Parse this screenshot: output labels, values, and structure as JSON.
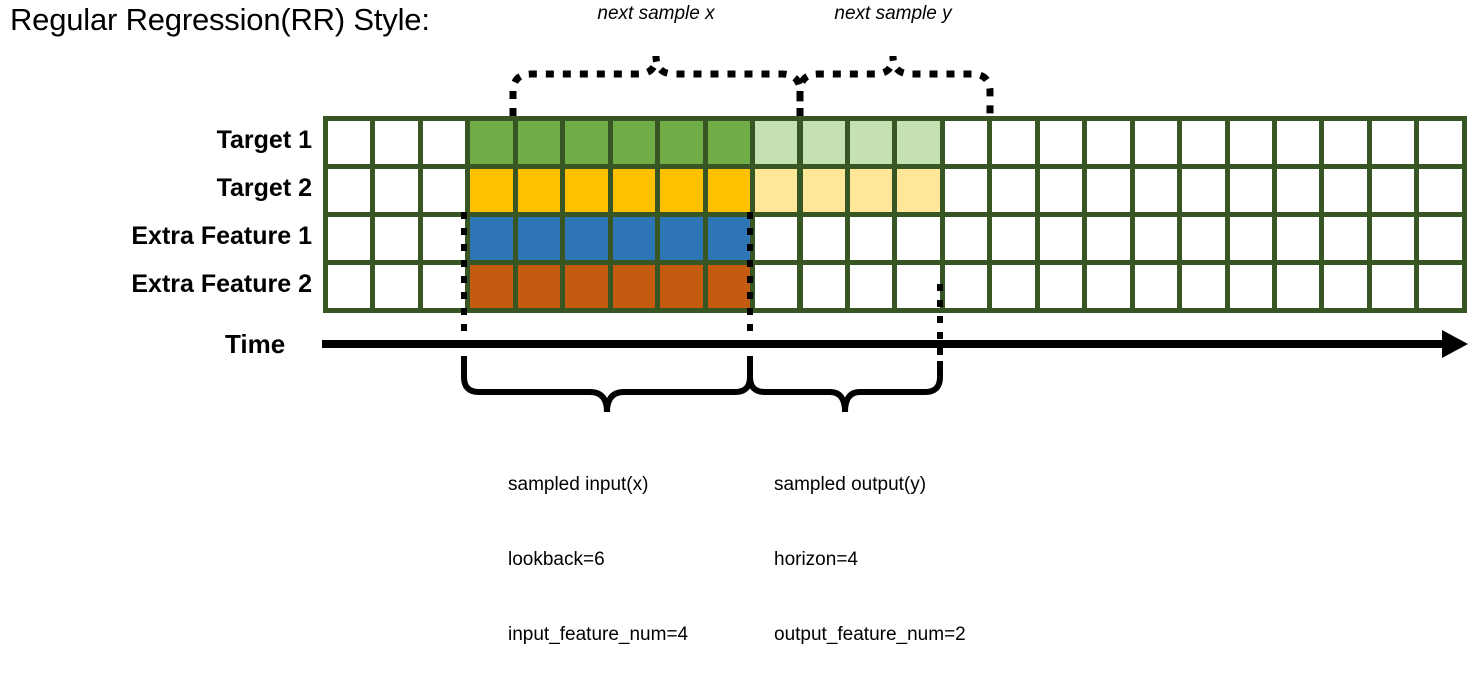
{
  "title": "Regular Regression(RR) Style:",
  "annotations": {
    "next_sample_x": "next sample x",
    "next_sample_y": "next sample y"
  },
  "rows": [
    {
      "label": "Target 1",
      "color": "#70AD47",
      "light": "#C5E0B3",
      "has_horizon": true
    },
    {
      "label": "Target 2",
      "color": "#FFC000",
      "light": "#FFE699",
      "has_horizon": true
    },
    {
      "label": "Extra Feature 1",
      "color": "#2E75B6",
      "light": "#FFFFFF",
      "has_horizon": false
    },
    {
      "label": "Extra Feature 2",
      "color": "#C55A11",
      "light": "#FFFFFF",
      "has_horizon": false
    }
  ],
  "grid": {
    "total_cells": 24,
    "lead_blank_cells": 3,
    "lookback_cells": 6,
    "horizon_cells": 4,
    "trailing_blank_cells": 11,
    "border_color": "#375623",
    "empty_color": "#FFFFFF"
  },
  "time_axis": {
    "label": "Time"
  },
  "captions": {
    "input": {
      "line1": "sampled input(x)",
      "line2": "lookback=6",
      "line3": "input_feature_num=4"
    },
    "output": {
      "line1": "sampled output(y)",
      "line2": "horizon=4",
      "line3": "output_feature_num=2"
    }
  },
  "chart_data": {
    "type": "heatmap",
    "title": "Regular Regression(RR) Style:",
    "x": [
      1,
      2,
      3,
      4,
      5,
      6,
      7,
      8,
      9,
      10,
      11,
      12,
      13,
      14,
      15,
      16,
      17,
      18,
      19,
      20,
      21,
      22,
      23,
      24
    ],
    "categories": [
      "Target 1",
      "Target 2",
      "Extra Feature 1",
      "Extra Feature 2"
    ],
    "series": [
      {
        "name": "Target 1",
        "values": [
          "empty",
          "empty",
          "empty",
          "input",
          "input",
          "input",
          "input",
          "input",
          "input",
          "output",
          "output",
          "output",
          "output",
          "empty",
          "empty",
          "empty",
          "empty",
          "empty",
          "empty",
          "empty",
          "empty",
          "empty",
          "empty",
          "empty"
        ]
      },
      {
        "name": "Target 2",
        "values": [
          "empty",
          "empty",
          "empty",
          "input",
          "input",
          "input",
          "input",
          "input",
          "input",
          "output",
          "output",
          "output",
          "output",
          "empty",
          "empty",
          "empty",
          "empty",
          "empty",
          "empty",
          "empty",
          "empty",
          "empty",
          "empty",
          "empty"
        ]
      },
      {
        "name": "Extra Feature 1",
        "values": [
          "empty",
          "empty",
          "empty",
          "input",
          "input",
          "input",
          "input",
          "input",
          "input",
          "empty",
          "empty",
          "empty",
          "empty",
          "empty",
          "empty",
          "empty",
          "empty",
          "empty",
          "empty",
          "empty",
          "empty",
          "empty",
          "empty",
          "empty"
        ]
      },
      {
        "name": "Extra Feature 2",
        "values": [
          "empty",
          "empty",
          "empty",
          "input",
          "input",
          "input",
          "input",
          "input",
          "input",
          "empty",
          "empty",
          "empty",
          "empty",
          "empty",
          "empty",
          "empty",
          "empty",
          "empty",
          "empty",
          "empty",
          "empty",
          "empty",
          "empty",
          "empty"
        ]
      }
    ],
    "xlabel": "Time",
    "ylabel": "",
    "grid": true,
    "legend": "none",
    "annotations": [
      {
        "text": "next sample x",
        "span": [
          4,
          9
        ]
      },
      {
        "text": "next sample y",
        "span": [
          10,
          13
        ]
      },
      {
        "text": "sampled input(x) lookback=6 input_feature_num=4",
        "span": [
          4,
          9
        ]
      },
      {
        "text": "sampled output(y) horizon=4 output_feature_num=2",
        "span": [
          10,
          13
        ]
      }
    ]
  }
}
